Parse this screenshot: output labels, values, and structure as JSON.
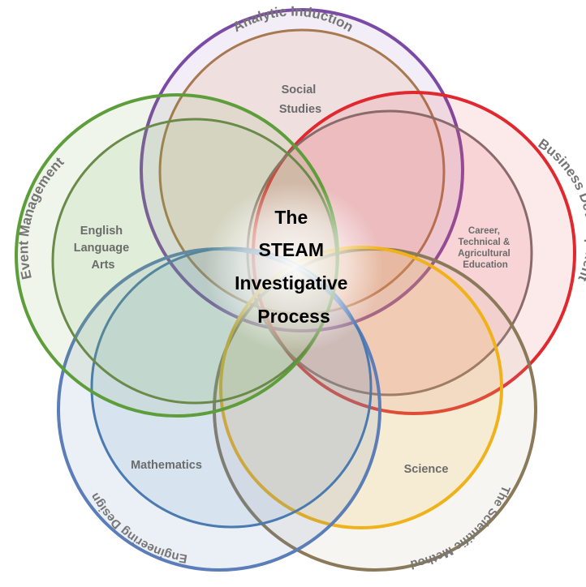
{
  "center_title": [
    "The",
    "STEAM",
    "Investigative",
    "Process"
  ],
  "circles": [
    {
      "ring_title": "Analytic Induction",
      "discipline": [
        "Social",
        "Studies"
      ],
      "color": "#7b4aa6"
    },
    {
      "ring_title": "Business Development",
      "discipline": [
        "Career,",
        "Technical &",
        "Agricultural",
        "Education"
      ],
      "color": "#e0282e"
    },
    {
      "ring_title": "The Scientific Method",
      "discipline": [
        "Science"
      ],
      "color": "#f0b21a"
    },
    {
      "ring_title": "Engineering Design",
      "discipline": [
        "Mathematics"
      ],
      "color": "#5b7db8"
    },
    {
      "ring_title": "Event Management",
      "discipline": [
        "English",
        "Language",
        "Arts"
      ],
      "color": "#5e9e3a"
    }
  ]
}
